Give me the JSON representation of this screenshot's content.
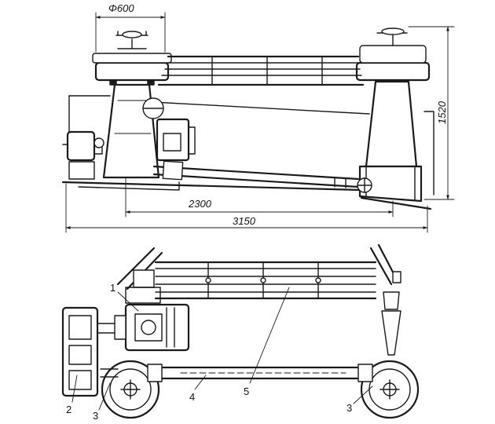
{
  "dimensions": {
    "pulley_diameter": "Φ600",
    "height": "1520",
    "pulley_distance": "2300",
    "total_length": "3150"
  },
  "callouts": {
    "c1": "1",
    "c2": "2",
    "c3_left": "3",
    "c3_right": "3",
    "c4": "4",
    "c5": "5"
  }
}
